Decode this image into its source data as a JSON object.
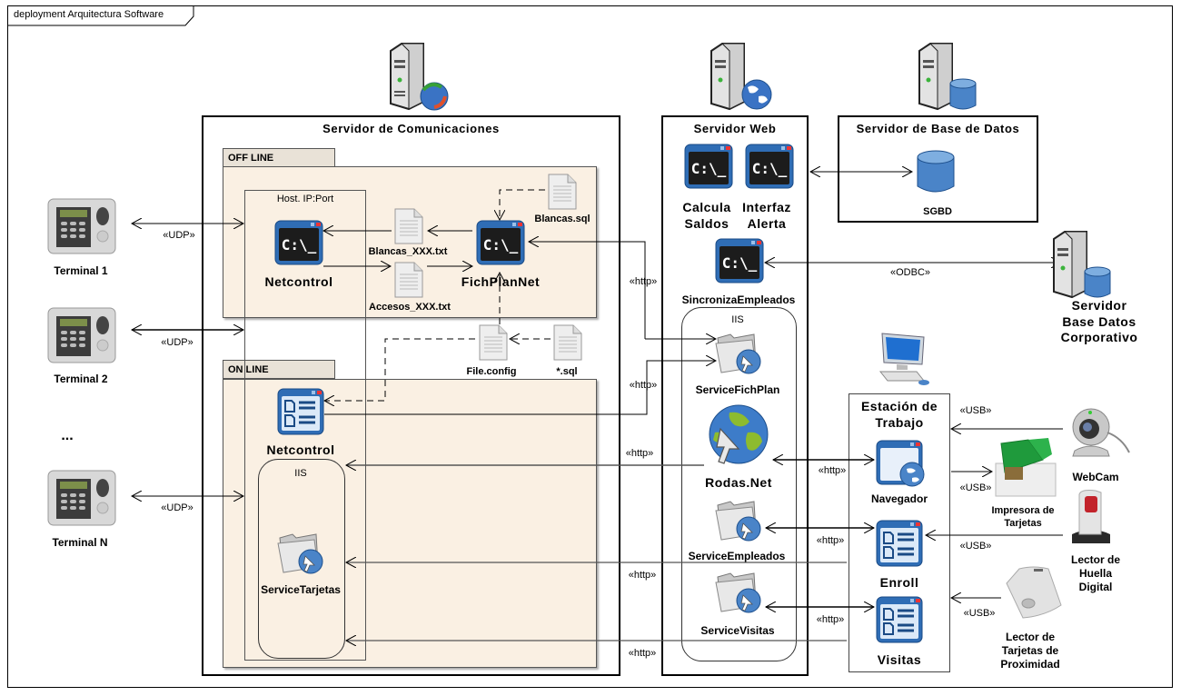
{
  "diagram": {
    "frame_title": "deployment Arquitectura Software",
    "nodes": {
      "comunicaciones": "Servidor de Comunicaciones",
      "web": "Servidor Web",
      "base_datos": "Servidor de Base de Datos",
      "corporativo": "Servidor Base Datos Corporativo",
      "estacion": "Estación de Trabajo"
    },
    "packages": {
      "offline": "OFF LINE",
      "online": "ON LINE"
    },
    "host_box": "Host. IP:Port",
    "iis_label": "IIS",
    "terminals": [
      "Terminal 1",
      "Terminal 2",
      "Terminal N"
    ],
    "ellipsis": "...",
    "components": {
      "netcontrol_offline": "Netcontrol",
      "fichplannet": "FichPlanNet",
      "netcontrol_online": "Netcontrol",
      "service_tarjetas": "ServiceTarjetas",
      "calcula_saldos": "Calcula Saldos",
      "interfaz_alerta": "Interfaz Alerta",
      "sincroniza_empleados": "SincronizaEmpleados",
      "service_fichplan": "ServiceFichPlan",
      "rodas_net": "Rodas.Net",
      "service_empleados": "ServiceEmpleados",
      "service_visitas": "ServiceVisitas",
      "sgbd": "SGBD",
      "navegador": "Navegador",
      "enroll": "Enroll",
      "visitas": "Visitas"
    },
    "artifacts": {
      "blancas_sql": "Blancas.sql",
      "blancas_txt": "Blancas_XXX.txt",
      "accesos_txt": "Accesos_XXX.txt",
      "file_config": "File.config",
      "any_sql": "*.sql"
    },
    "devices": {
      "webcam": "WebCam",
      "impresora": "Impresora de Tarjetas",
      "lector_huella": "Lector de Huella Digital",
      "lector_proximidad": "Lector de Tarjetas de Proximidad"
    },
    "stereotypes": {
      "udp": "«UDP»",
      "http": "«http»",
      "odbc": "«ODBC»",
      "usb": "«USB»"
    },
    "colors": {
      "package_fill": "#faf0e3",
      "package_tab": "#e9e2d7",
      "icon_blue": "#2f6db5",
      "console_bg": "#1c1c1c"
    }
  }
}
